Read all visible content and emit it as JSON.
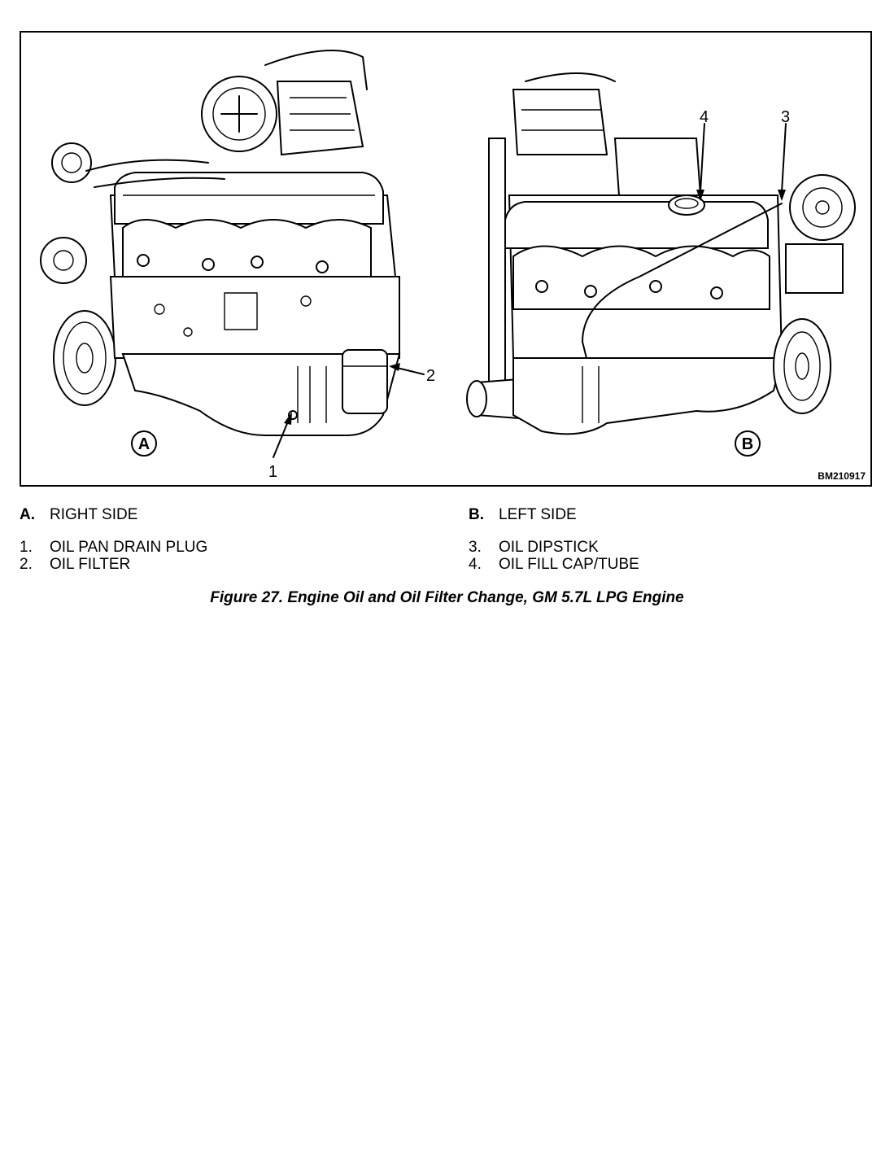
{
  "figure": {
    "id_code": "BM210917",
    "views": [
      {
        "letter": "A",
        "label": "RIGHT SIDE"
      },
      {
        "letter": "B",
        "label": "LEFT SIDE"
      }
    ],
    "callouts": [
      "1",
      "2",
      "3",
      "4"
    ]
  },
  "legend": {
    "left": {
      "view_key": "A.",
      "view_label": "RIGHT SIDE",
      "items": [
        {
          "num": "1.",
          "label": "OIL PAN DRAIN PLUG"
        },
        {
          "num": "2.",
          "label": "OIL FILTER"
        }
      ]
    },
    "right": {
      "view_key": "B.",
      "view_label": "LEFT SIDE",
      "items": [
        {
          "num": "3.",
          "label": "OIL DIPSTICK"
        },
        {
          "num": "4.",
          "label": "OIL FILL CAP/TUBE"
        }
      ]
    }
  },
  "caption": "Figure 27.  Engine Oil and Oil Filter Change, GM 5.7L LPG Engine"
}
